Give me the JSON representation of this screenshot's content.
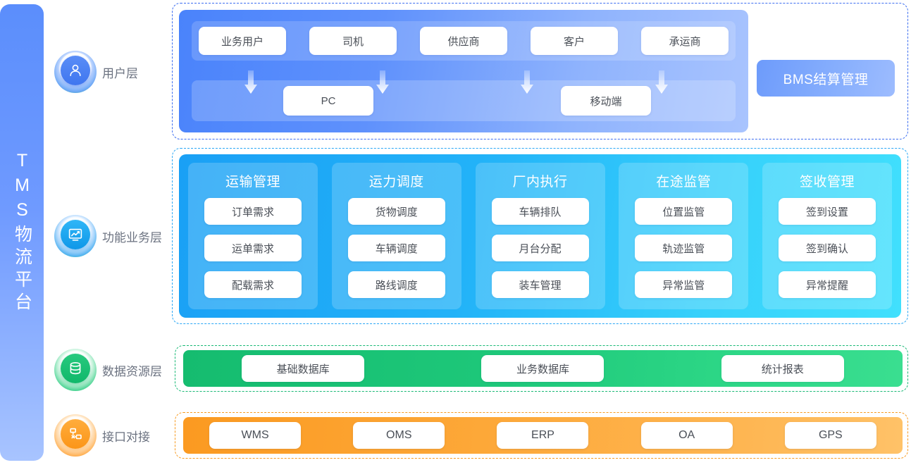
{
  "platform": {
    "title": "TMS物流平台",
    "bar_gradient_from": "#5b8efc",
    "bar_gradient_to": "#a8c4ff"
  },
  "legend": [
    {
      "key": "user",
      "label": "用户层",
      "icon": "user-icon",
      "color": "#3f76ef"
    },
    {
      "key": "function",
      "label": "功能业务层",
      "icon": "chart-icon",
      "color": "#0f97e8"
    },
    {
      "key": "data",
      "label": "数据资源层",
      "icon": "database-icon",
      "color": "#10b86a"
    },
    {
      "key": "interface",
      "label": "接口对接",
      "icon": "network-icon",
      "color": "#fb9518"
    }
  ],
  "user_layer": {
    "roles": [
      "业务用户",
      "司机",
      "供应商",
      "客户",
      "承运商"
    ],
    "devices": [
      "PC",
      "移动端"
    ],
    "bms_label": "BMS结算管理",
    "accent": "#4a83fb"
  },
  "function_layer": {
    "accent": "#22b2f8",
    "columns": [
      {
        "title": "运输管理",
        "items": [
          "订单需求",
          "运单需求",
          "配载需求"
        ]
      },
      {
        "title": "运力调度",
        "items": [
          "货物调度",
          "车辆调度",
          "路线调度"
        ]
      },
      {
        "title": "厂内执行",
        "items": [
          "车辆排队",
          "月台分配",
          "装车管理"
        ]
      },
      {
        "title": "在途监管",
        "items": [
          "位置监管",
          "轨迹监管",
          "异常监管"
        ]
      },
      {
        "title": "签收管理",
        "items": [
          "签到设置",
          "签到确认",
          "异常提醒"
        ]
      }
    ]
  },
  "data_layer": {
    "accent": "#1ec87a",
    "items": [
      "基础数据库",
      "业务数据库",
      "统计报表"
    ]
  },
  "interface_layer": {
    "accent": "#fda93a",
    "items": [
      "WMS",
      "OMS",
      "ERP",
      "OA",
      "GPS"
    ]
  }
}
